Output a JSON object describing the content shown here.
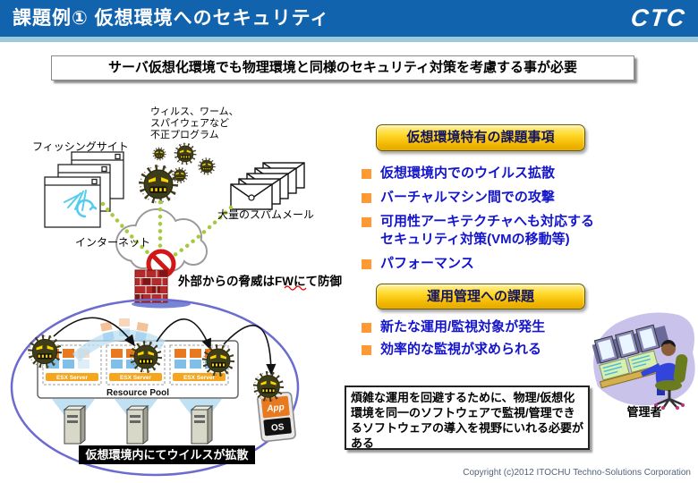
{
  "header": {
    "title": "課題例① 仮想環境へのセキュリティ",
    "logo": "CTC"
  },
  "subtitle": "サーバ仮想化環境でも物理環境と同様のセキュリティ対策を考慮する事が必要",
  "diagram": {
    "malware_label": "ウィルス、ワーム、\nスパイウェアなど\n不正プログラム",
    "phishing_label": "フィッシングサイト",
    "spam_label": "大量のスパムメール",
    "internet_label": "インターネット",
    "firewall_note": "外部からの脅威はFWにて防御",
    "resource_pool_label": "Resource Pool",
    "esx_label": "ESX Server",
    "vm_app": "App",
    "vm_os": "OS",
    "spread_banner": "仮想環境内にてウイルスが拡散"
  },
  "issues_virtual": {
    "heading": "仮想環境特有の課題事項",
    "items": [
      "仮想環境内でのウイルス拡散",
      "バーチャルマシン間での攻撃",
      "可用性アーキテクチャへも対応する\nセキュリティ対策(VMの移動等)",
      "パフォーマンス"
    ]
  },
  "issues_operation": {
    "heading": "運用管理への課題",
    "items": [
      "新たな運用/監視対象が発生",
      "効率的な監視が求められる"
    ]
  },
  "note": "煩雑な運用を回避するために、物理/仮想化環境を同一のソフトウェアで監視/管理できるソフトウェアの導入を視野にいれる必要がある",
  "admin_label": "管理者",
  "footer": "Copyright (c)2012 ITOCHU Techno-Solutions Corporation",
  "colors": {
    "header_blue": "#1263AE",
    "strip_blue": "#9CC8DC",
    "bullet_text_blue": "#1414CC",
    "bullet_marker_orange": "#FF9933",
    "heading_gold": "#FFD92A",
    "banner_black": "#000000",
    "ellipse_purple": "#6B6BD0",
    "virus_olive": "#3D3D1A",
    "firewall_red": "#B22A2A"
  }
}
